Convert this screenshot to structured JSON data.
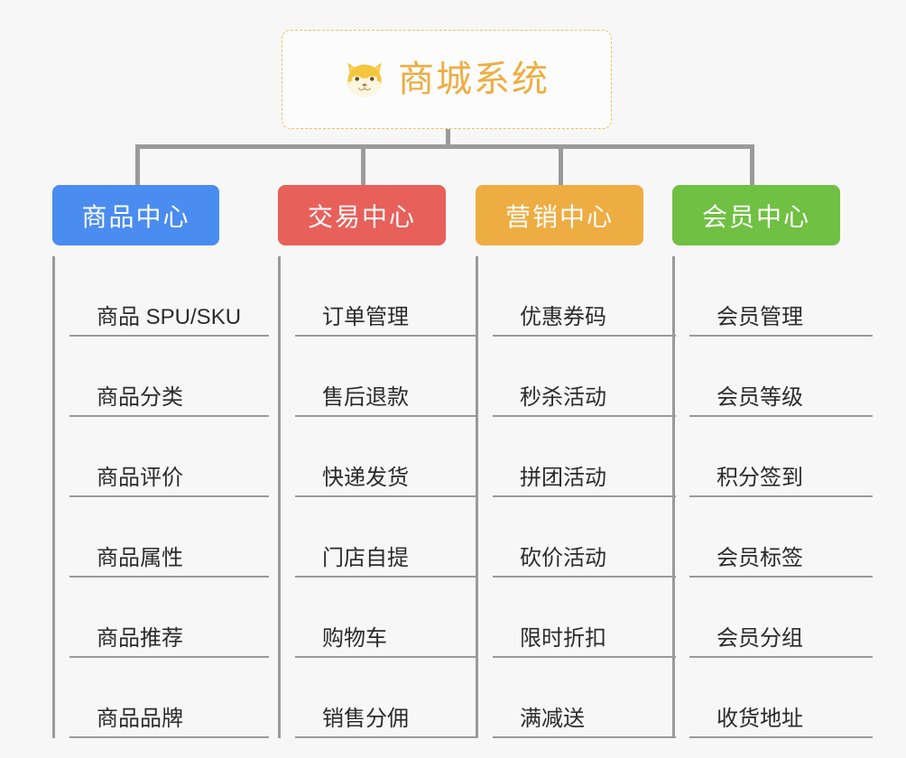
{
  "root": {
    "title": "商城系统",
    "icon": "shiba-dog-icon",
    "border_color": "#f0c060",
    "text_color": "#eead42",
    "background": "#fcfcfc"
  },
  "canvas": {
    "background": "#f7f7f7",
    "connector_color": "#9a9a9a"
  },
  "chart_data": {
    "type": "tree-diagram",
    "title": "商城系统",
    "root": "商城系统",
    "branch_count": 4,
    "leaves_per_branch": 6
  },
  "columns": [
    {
      "id": "product-center",
      "header": "商品中心",
      "color": "#4a8cf0",
      "items": [
        "商品 SPU/SKU",
        "商品分类",
        "商品评价",
        "商品属性",
        "商品推荐",
        "商品品牌"
      ]
    },
    {
      "id": "trade-center",
      "header": "交易中心",
      "color": "#e8605a",
      "items": [
        "订单管理",
        "售后退款",
        "快递发货",
        "门店自提",
        "购物车",
        "销售分佣"
      ]
    },
    {
      "id": "marketing-center",
      "header": "营销中心",
      "color": "#eead42",
      "items": [
        "优惠券码",
        "秒杀活动",
        "拼团活动",
        "砍价活动",
        "限时折扣",
        "满减送"
      ]
    },
    {
      "id": "member-center",
      "header": "会员中心",
      "color": "#70c043",
      "items": [
        "会员管理",
        "会员等级",
        "积分签到",
        "会员标签",
        "会员分组",
        "收货地址"
      ]
    }
  ]
}
